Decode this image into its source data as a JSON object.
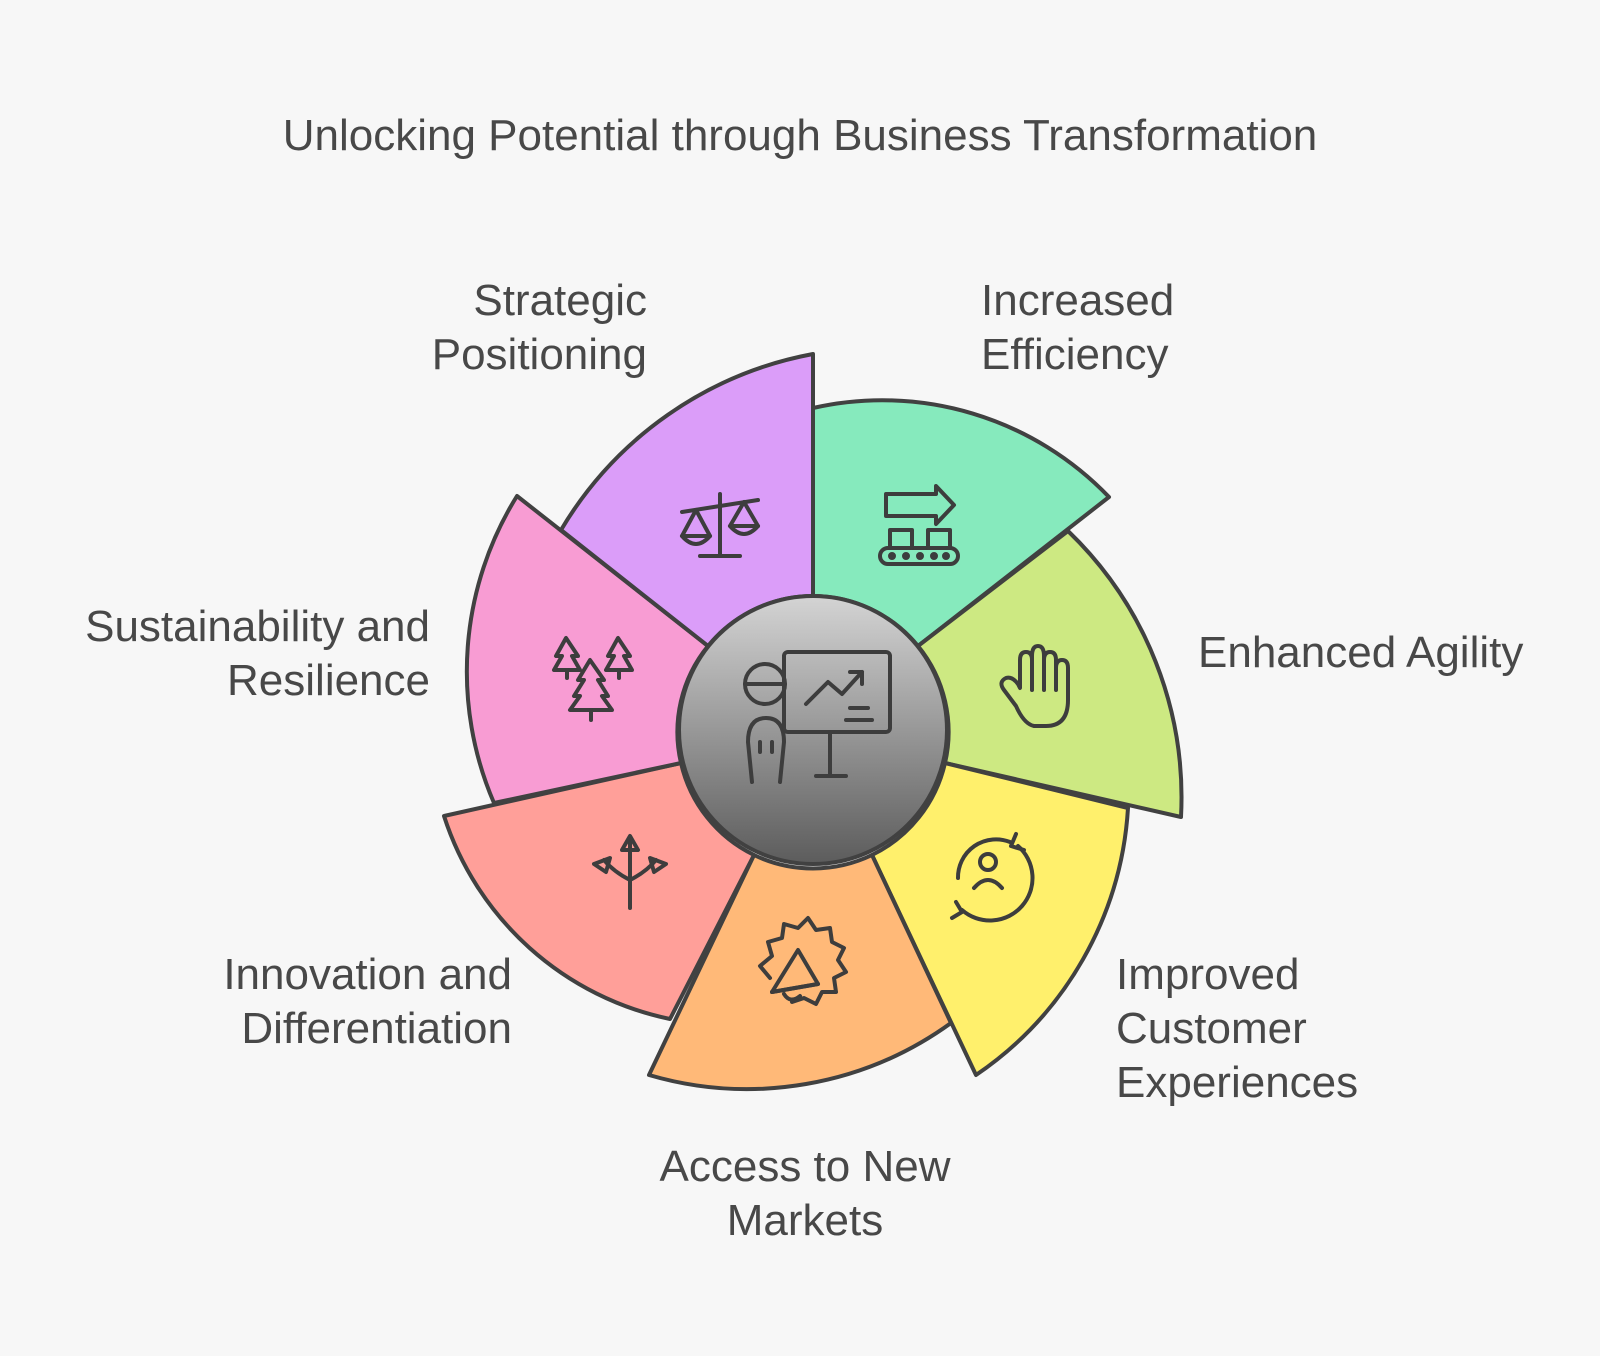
{
  "title": "Unlocking Potential through Business Transformation",
  "center": {
    "icon": "presentation-growth-icon"
  },
  "segments": [
    {
      "label": "Increased\nEfficiency",
      "color": "#86eabd",
      "icon": "conveyor-belt-icon"
    },
    {
      "label": "Enhanced Agility",
      "color": "#cde982",
      "icon": "hand-icon"
    },
    {
      "label": "Improved\nCustomer\nExperiences",
      "color": "#fff06c",
      "icon": "customer-cycle-icon"
    },
    {
      "label": "Access to New\nMarkets",
      "color": "#ffb978",
      "icon": "megaphone-icon"
    },
    {
      "label": "Innovation and\nDifferentiation",
      "color": "#ff9f99",
      "icon": "branching-arrows-icon"
    },
    {
      "label": "Sustainability and\nResilience",
      "color": "#f89cd3",
      "icon": "trees-icon"
    },
    {
      "label": "Strategic\nPositioning",
      "color": "#db9df9",
      "icon": "balance-scale-icon"
    }
  ]
}
